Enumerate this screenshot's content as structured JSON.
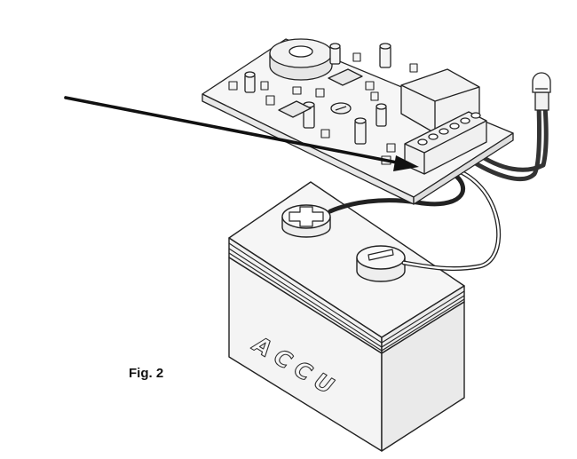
{
  "figure": {
    "caption": "Fig. 2",
    "battery_label": "ACCU"
  },
  "colors": {
    "line": "#222222",
    "fill": "#f4f4f4",
    "wire_dark": "#333333",
    "wire_light": "#ffffff"
  },
  "icons": {
    "positive_terminal": "plus-sign",
    "negative_terminal": "minus-sign",
    "pointer": "arrow"
  }
}
